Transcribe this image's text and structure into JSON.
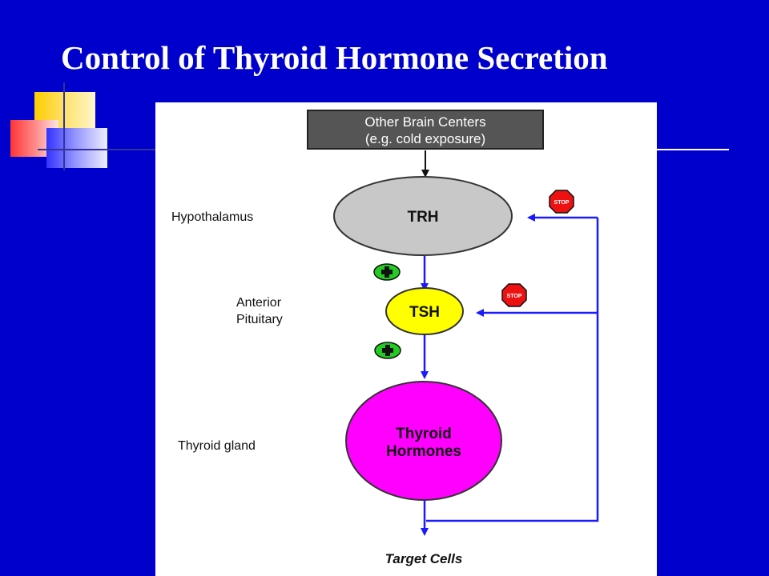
{
  "slide": {
    "title": "Control of Thyroid Hormone Secretion"
  },
  "diagram": {
    "source_box": {
      "line1": "Other Brain Centers",
      "line2": "(e.g. cold exposure)"
    },
    "levels": [
      {
        "label": "Hypothalamus",
        "node": "TRH",
        "color": "#c8c8c8"
      },
      {
        "label_line1": "Anterior",
        "label_line2": "Pituitary",
        "node": "TSH",
        "color": "#ffff00"
      },
      {
        "label": "Thyroid gland",
        "node_line1": "Thyroid",
        "node_line2": "Hormones",
        "color": "#ff00ff"
      }
    ],
    "stimulation_icon": "plus-icon",
    "inhibition_sign": "STOP",
    "target": "Target Cells",
    "colors": {
      "arrow": "#1a1aff",
      "plus": "#22cc22",
      "stop": "#ee1111",
      "box": "#555555"
    }
  }
}
